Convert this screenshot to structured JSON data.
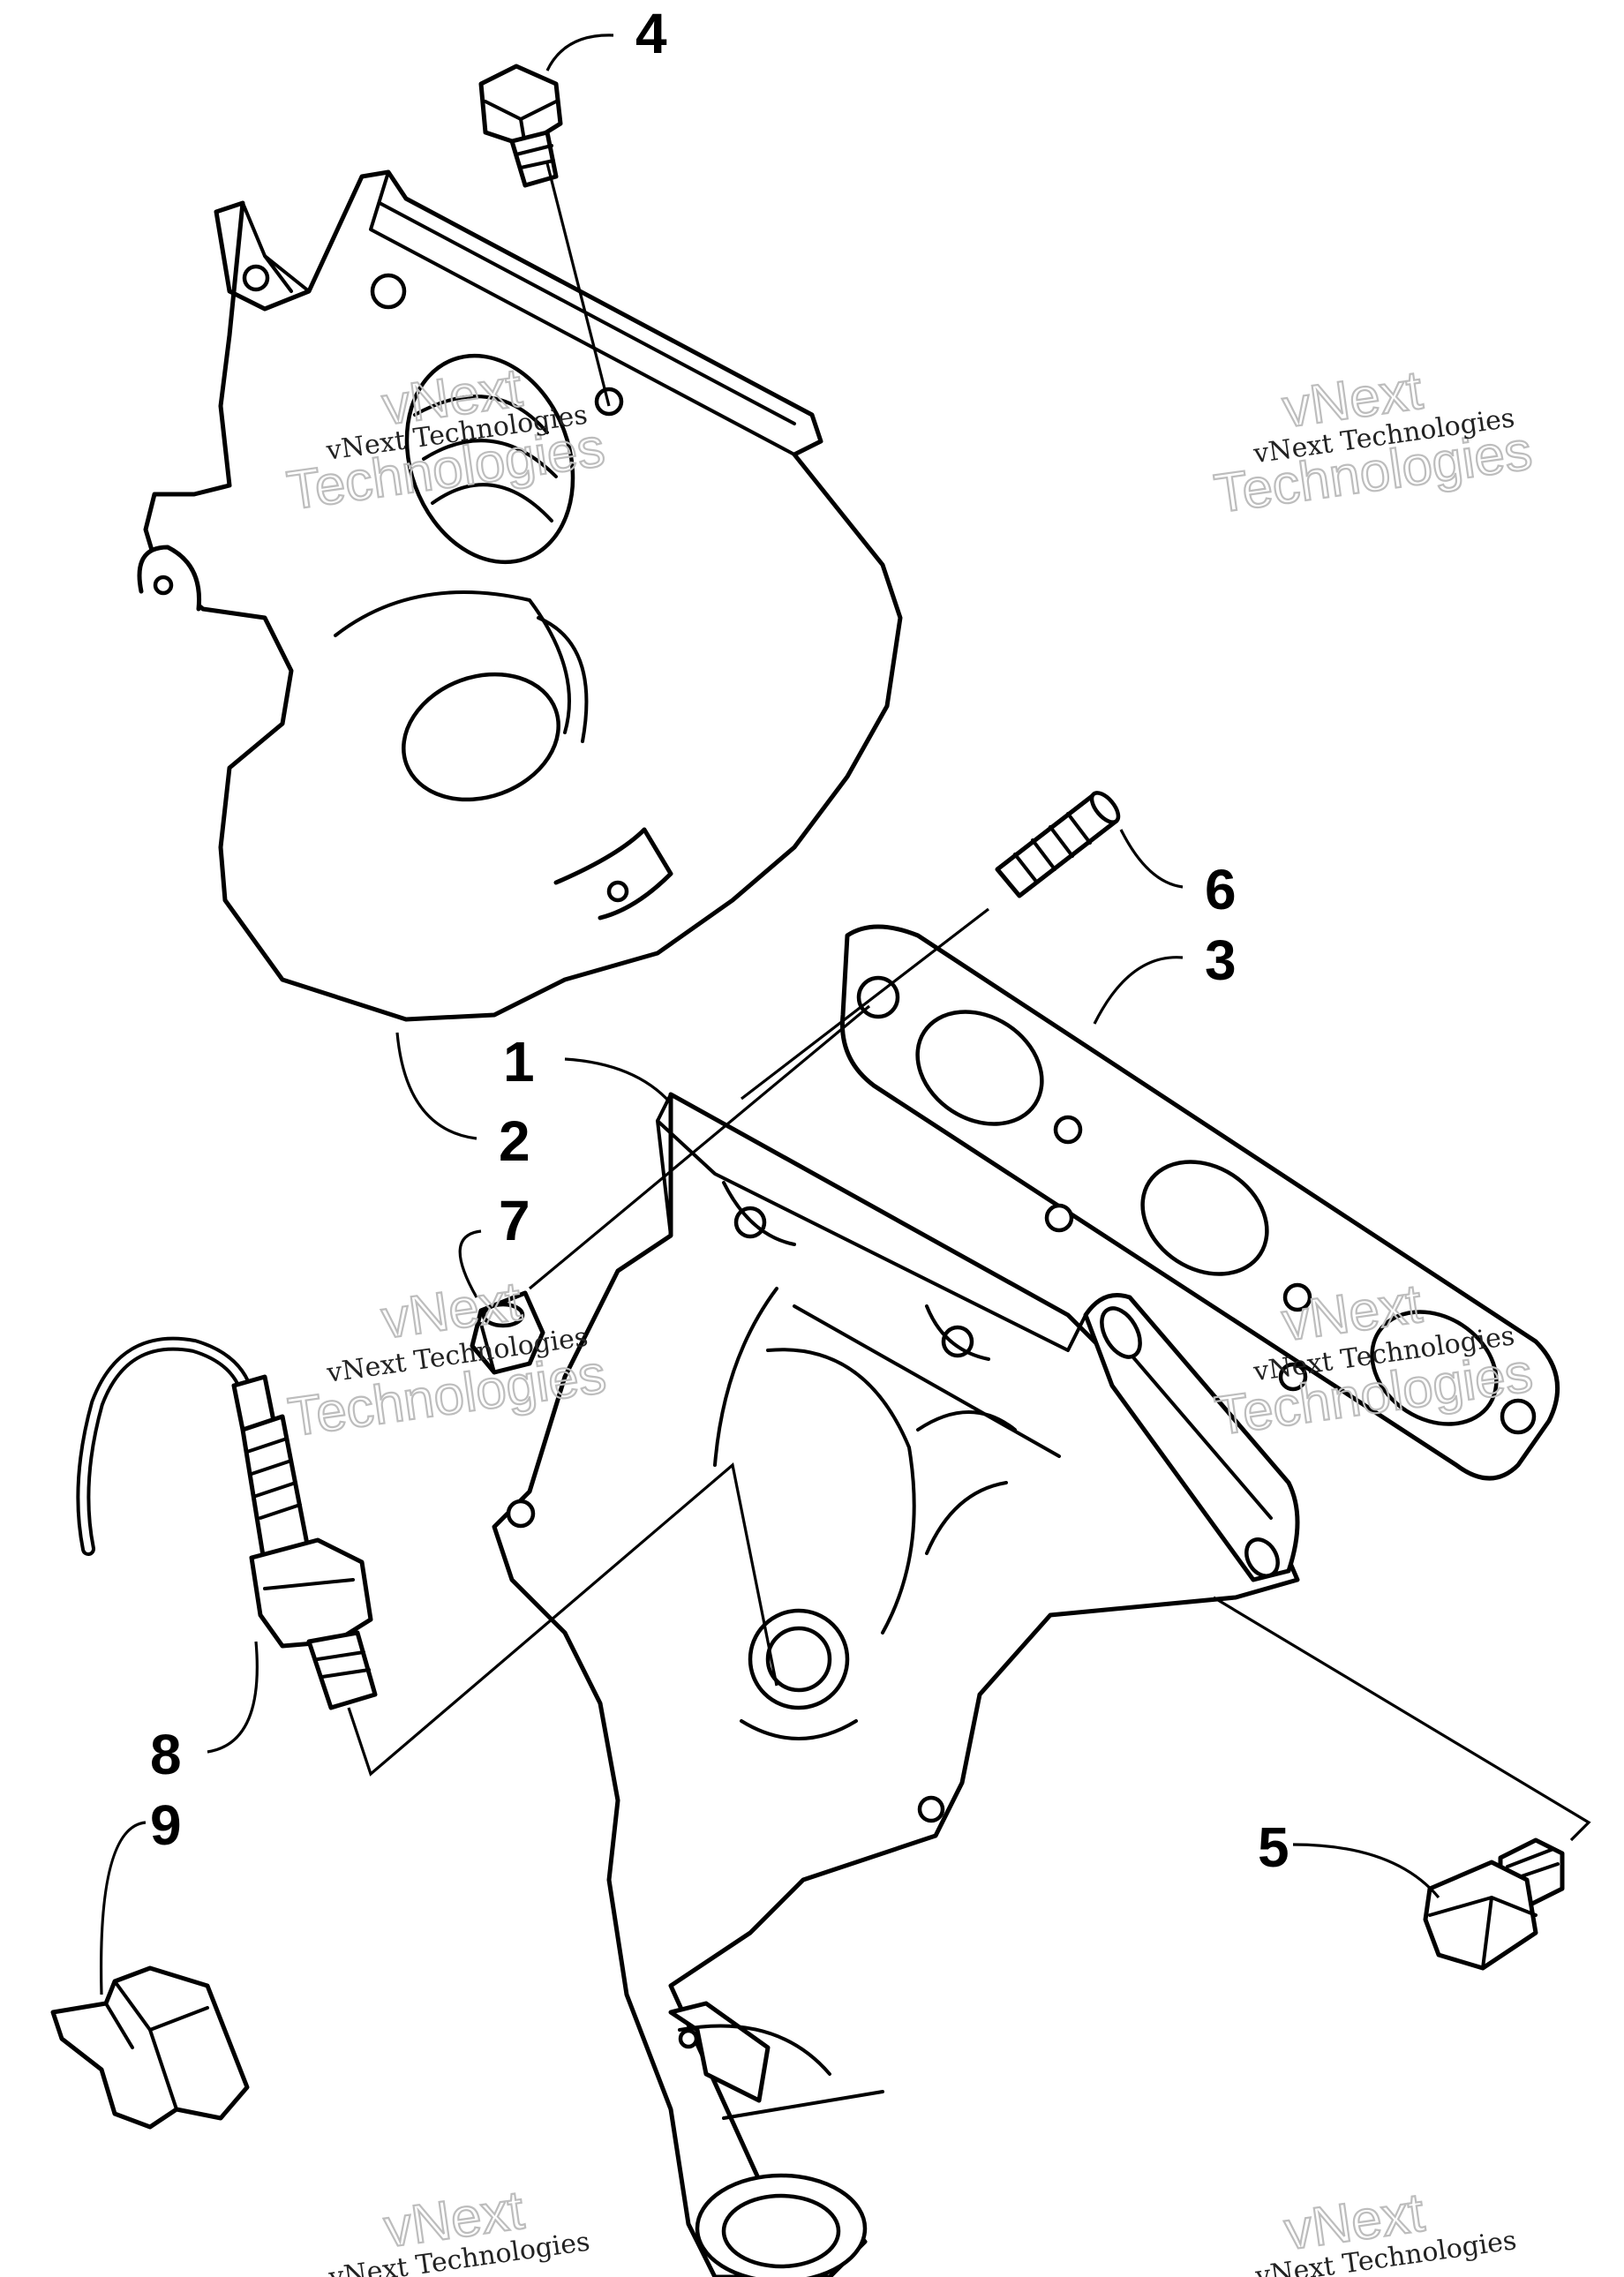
{
  "callouts": [
    {
      "id": "1",
      "label": "1"
    },
    {
      "id": "2",
      "label": "2"
    },
    {
      "id": "3",
      "label": "3"
    },
    {
      "id": "4",
      "label": "4"
    },
    {
      "id": "5",
      "label": "5"
    },
    {
      "id": "6",
      "label": "6"
    },
    {
      "id": "7",
      "label": "7"
    },
    {
      "id": "8",
      "label": "8"
    },
    {
      "id": "9",
      "label": "9"
    }
  ],
  "watermark": {
    "brand_line": "vNext Technologies",
    "outline_top": "vNext",
    "outline_bottom": "Technologies",
    "color_outline": "#bdbdbd",
    "color_text": "#222222"
  }
}
